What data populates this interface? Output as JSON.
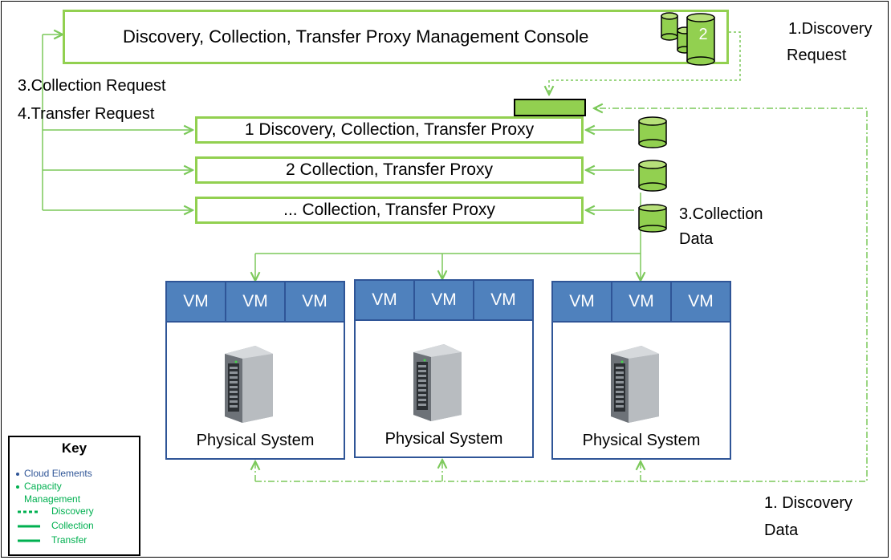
{
  "console": {
    "label": "Discovery, Collection, Transfer Proxy Management Console",
    "badge": "2"
  },
  "proxies": [
    {
      "label": "1 Discovery, Collection, Transfer Proxy"
    },
    {
      "label": "2 Collection, Transfer Proxy"
    },
    {
      "label": "... Collection, Transfer Proxy"
    }
  ],
  "annotations": {
    "discovery_request_1": "1.Discovery",
    "discovery_request_2": "Request",
    "collection_request": "3.Collection Request",
    "transfer_request": "4.Transfer Request",
    "collection_data_1": "3.Collection",
    "collection_data_2": "Data",
    "discovery_data_1": "1. Discovery",
    "discovery_data_2": "Data"
  },
  "servers": [
    {
      "vms": [
        "VM",
        "VM",
        "VM"
      ],
      "label": "Physical System"
    },
    {
      "vms": [
        "VM",
        "VM",
        "VM"
      ],
      "label": "Physical System"
    },
    {
      "vms": [
        "VM",
        "VM",
        "VM"
      ],
      "label": "Physical System"
    }
  ],
  "key": {
    "title": "Key",
    "cloud_elements": "Cloud Elements",
    "capacity": "Capacity",
    "management": "Management",
    "discovery": "Discovery",
    "collection": "Collection",
    "transfer": "Transfer"
  },
  "colors": {
    "green": "#92d050",
    "line_green": "#7cc95a",
    "dark_green": "#00b050",
    "vm_blue": "#4f81bd",
    "border_blue": "#2f5597"
  }
}
